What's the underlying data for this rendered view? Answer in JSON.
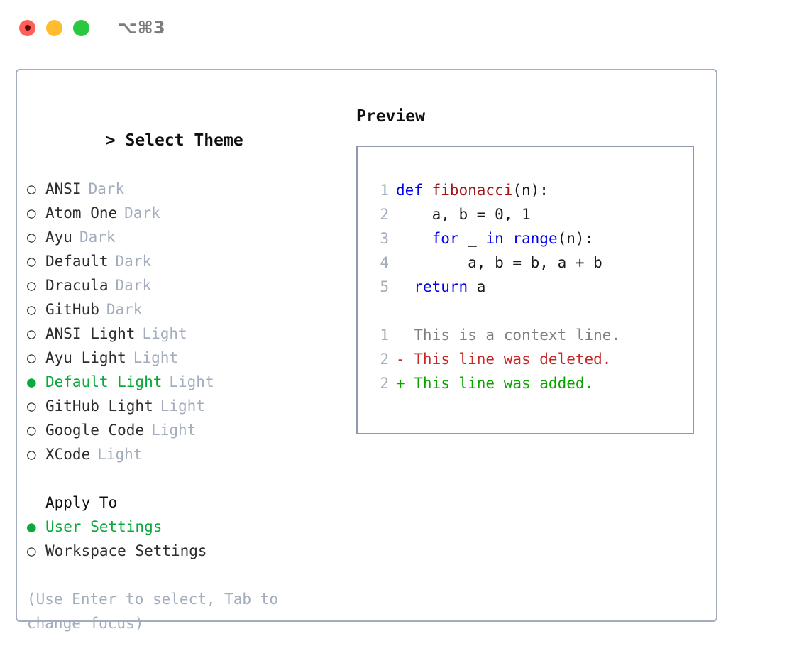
{
  "window": {
    "traffic_lights": [
      "close",
      "minimize",
      "maximize"
    ],
    "shortcut_label": "⌥⌘3",
    "colors": {
      "red": "#ff5f57",
      "yellow": "#febc2e",
      "green": "#28c840",
      "accent_green": "#0ba93c",
      "border": "#a3adbd",
      "muted": "#a3adbd"
    }
  },
  "theme_panel": {
    "title": "Select Theme",
    "prompt_marker": ">",
    "themes": [
      {
        "marker": "○",
        "name": "ANSI",
        "kind": "Dark",
        "selected": false
      },
      {
        "marker": "○",
        "name": "Atom One",
        "kind": "Dark",
        "selected": false
      },
      {
        "marker": "○",
        "name": "Ayu",
        "kind": "Dark",
        "selected": false
      },
      {
        "marker": "○",
        "name": "Default",
        "kind": "Dark",
        "selected": false
      },
      {
        "marker": "○",
        "name": "Dracula",
        "kind": "Dark",
        "selected": false
      },
      {
        "marker": "○",
        "name": "GitHub",
        "kind": "Dark",
        "selected": false
      },
      {
        "marker": "○",
        "name": "ANSI Light",
        "kind": "Light",
        "selected": false
      },
      {
        "marker": "○",
        "name": "Ayu Light",
        "kind": "Light",
        "selected": false
      },
      {
        "marker": "●",
        "name": "Default Light",
        "kind": "Light",
        "selected": true
      },
      {
        "marker": "○",
        "name": "GitHub Light",
        "kind": "Light",
        "selected": false
      },
      {
        "marker": "○",
        "name": "Google Code",
        "kind": "Light",
        "selected": false
      },
      {
        "marker": "○",
        "name": "XCode",
        "kind": "Light",
        "selected": false
      }
    ],
    "apply_to": {
      "title": "Apply To",
      "options": [
        {
          "marker": "●",
          "name": "User Settings",
          "selected": true
        },
        {
          "marker": "○",
          "name": "Workspace Settings",
          "selected": false
        }
      ]
    },
    "hint": "(Use Enter to select, Tab to change focus)"
  },
  "preview": {
    "title": "Preview",
    "code_lines": [
      {
        "num": "1",
        "tokens": [
          {
            "t": "def ",
            "c": "kw"
          },
          {
            "t": "fibonacci",
            "c": "fn"
          },
          {
            "t": "(n):",
            "c": "plain"
          }
        ]
      },
      {
        "num": "2",
        "tokens": [
          {
            "t": "    a, b = 0, 1",
            "c": "plain"
          }
        ]
      },
      {
        "num": "3",
        "tokens": [
          {
            "t": "    ",
            "c": "plain"
          },
          {
            "t": "for",
            "c": "kw"
          },
          {
            "t": " _ ",
            "c": "plain"
          },
          {
            "t": "in range",
            "c": "kw"
          },
          {
            "t": "(n):",
            "c": "plain"
          }
        ]
      },
      {
        "num": "4",
        "tokens": [
          {
            "t": "        a, b = b, a + b",
            "c": "plain"
          }
        ]
      },
      {
        "num": "5",
        "tokens": [
          {
            "t": "  ",
            "c": "plain"
          },
          {
            "t": "return",
            "c": "kw"
          },
          {
            "t": " a",
            "c": "plain"
          }
        ]
      }
    ],
    "diff_lines": [
      {
        "num": "1",
        "text": "  This is a context line.",
        "c": "ctx"
      },
      {
        "num": "2",
        "text": "- This line was deleted.",
        "c": "del"
      },
      {
        "num": "2",
        "text": "+ This line was added.",
        "c": "add"
      }
    ]
  }
}
